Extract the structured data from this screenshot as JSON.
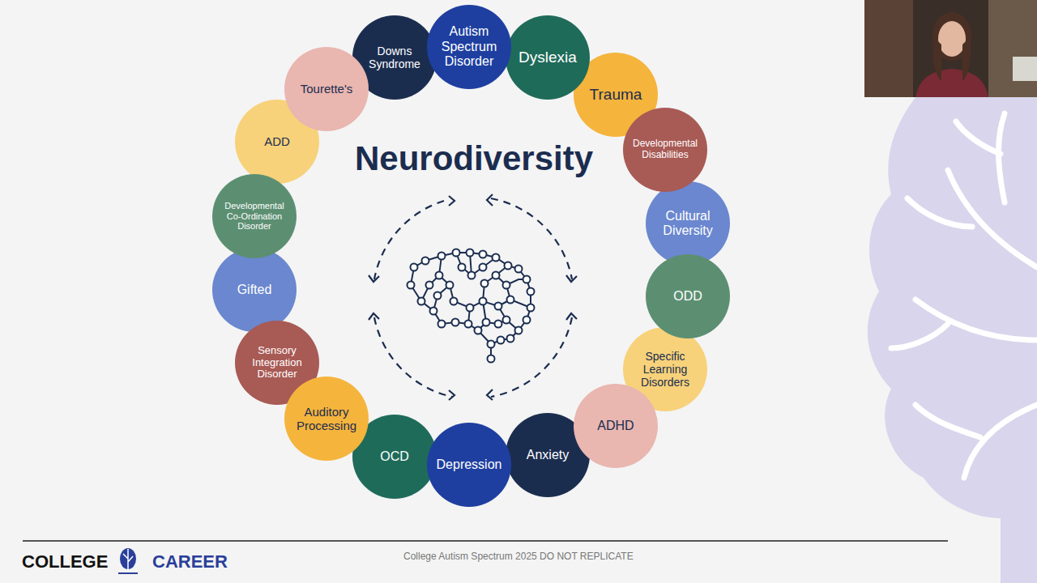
{
  "diagram": {
    "title": "Neurodiversity",
    "nodes": [
      {
        "text": [
          "Downs Syndrome"
        ]
      },
      {
        "text": [
          "Autism Spectrum Disorder"
        ]
      },
      {
        "text": [
          "Dyslexia"
        ]
      },
      {
        "text": [
          "Trauma"
        ]
      },
      {
        "text": [
          "Developmental Disabilities"
        ]
      },
      {
        "text": [
          "Cultural Diversity"
        ]
      },
      {
        "text": [
          "ODD"
        ]
      },
      {
        "text": [
          "Specific Learning Disorders"
        ]
      },
      {
        "text": [
          "ADHD"
        ]
      },
      {
        "text": [
          "Anxiety"
        ]
      },
      {
        "text": [
          "Depression"
        ]
      },
      {
        "text": [
          "OCD"
        ]
      },
      {
        "text": [
          "Auditory Processing"
        ]
      },
      {
        "text": [
          "Sensory Integration Disorder"
        ]
      },
      {
        "text": [
          "Gifted"
        ]
      },
      {
        "text": [
          "Developmental Co-Ordination Disorder"
        ]
      },
      {
        "text": [
          "ADD"
        ]
      },
      {
        "text": [
          "Tourette's"
        ]
      }
    ],
    "labels": [
      "COLLEGE",
      "CAREER",
      "College Autism Spectrum 2025 DO NOT REPLICATE"
    ]
  }
}
